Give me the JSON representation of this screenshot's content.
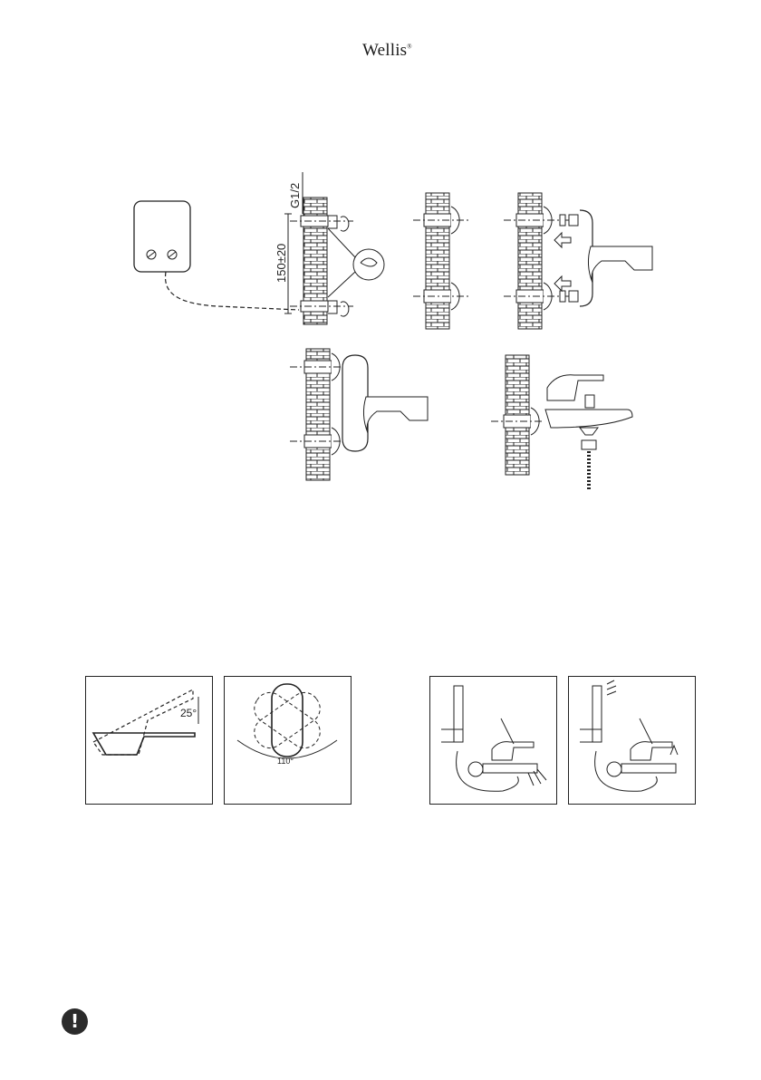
{
  "header": {
    "brand": "Wellis"
  },
  "installation": {
    "thread_label": "G1/2",
    "spacing_label": "150±20"
  },
  "usage": {
    "tilt_angle_label": "25°",
    "rotation_angle_label": "110°"
  },
  "icons": {
    "warning": "exclamation-circle-icon"
  }
}
